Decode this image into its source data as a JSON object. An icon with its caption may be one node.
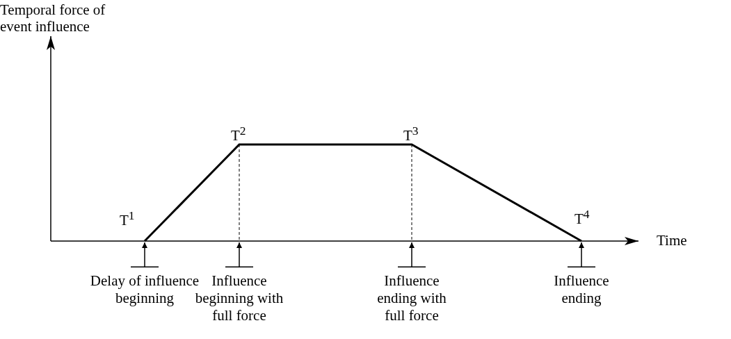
{
  "diagram": {
    "nodes": [
      {
        "text": [
          "Delay of influence beginning"
        ]
      },
      {
        "text": [
          "Influence beginning with full force"
        ]
      },
      {
        "text": [
          "Influence ending with full force"
        ]
      },
      {
        "text": [
          "Influence ending"
        ]
      }
    ],
    "edges": [
      {
        "from": 0,
        "to": null,
        "arrow": "to"
      },
      {
        "from": 1,
        "to": null,
        "arrow": "to"
      },
      {
        "from": 2,
        "to": null,
        "arrow": "to"
      },
      {
        "from": 3,
        "to": null,
        "arrow": "to"
      }
    ],
    "labels": [
      "Temporal force of event influence",
      "T$^{2}$",
      "T$^{3}$",
      "T$^{1}$",
      "T$^{4}$",
      "Time"
    ]
  }
}
